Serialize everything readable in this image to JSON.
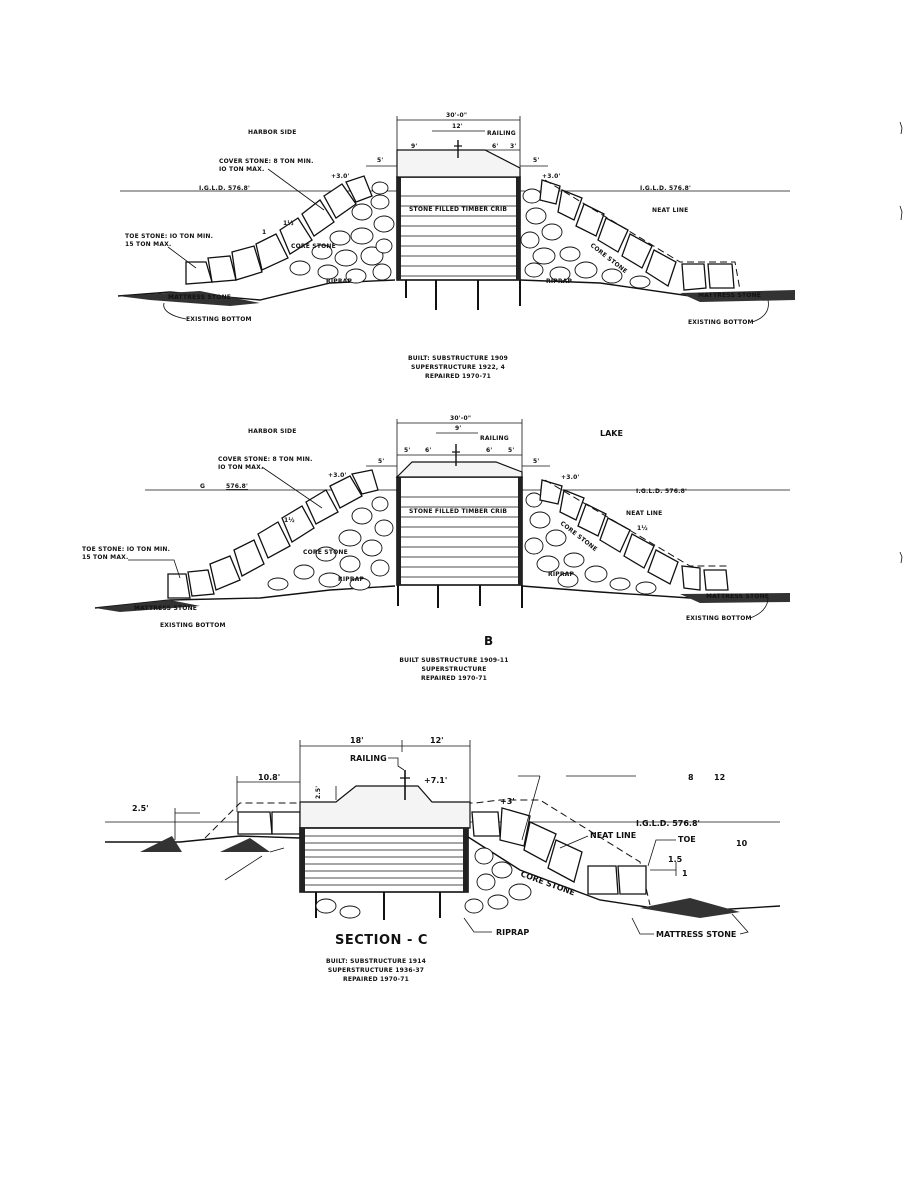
{
  "section_a": {
    "side_label": "HARBOR SIDE",
    "dim_overall": "30'-0\"",
    "dim_inner": "12'",
    "dim_left": "9'",
    "dim_right_a": "6'",
    "dim_right_b": "3'",
    "dim_berm_left": "5'",
    "dim_berm_right": "5'",
    "elev_left": "+3.0'",
    "elev_right": "+3.0'",
    "railing": "RAILING",
    "cover_stone_1": "COVER STONE: 8 TON MIN.",
    "cover_stone_2": "IO TON MAX.",
    "iglд_left": "I.G.L.D. 576.8'",
    "igld_right": "I.G.L.D. 576.8'",
    "slope": "1½",
    "slope_unit": "1",
    "crib": "STONE FILLED TIMBER CRIB",
    "neat_line": "NEAT LINE",
    "toe_stone_1": "TOE STONE: IO TON MIN.",
    "toe_stone_2": "15 TON MAX.",
    "core_stone_left": "CORE STONE",
    "core_stone_right": "CORE STONE",
    "riprap_left": "RIPRAP",
    "riprap_right": "RIPRAP",
    "mattress_left": "MATTRESS STONE",
    "mattress_right": "MATTRESS STONE",
    "bottom_left": "EXISTING BOTTOM",
    "bottom_right": "EXISTING BOTTOM",
    "note_1": "BUILT: SUBSTRUCTURE 1909",
    "note_2": "SUPERSTRUCTURE 1922, 4",
    "note_3": "REPAIRED 1970-71"
  },
  "section_b": {
    "side_label": "HARBOR SIDE",
    "lake_label": "LAKE",
    "dim_overall": "30'-0\"",
    "dim_inner": "9'",
    "dim_a": "5'",
    "dim_b": "6'",
    "dim_c": "6'",
    "dim_d": "5'",
    "dim_berm_left": "5'",
    "dim_berm_right": "5'",
    "elev_left": "+3.0'",
    "elev_right": "+3.0'",
    "railing": "RAILING",
    "cover_stone_1": "COVER STONE: 8 TON MIN.",
    "cover_stone_2": "IO TON MAX.",
    "igld_left_prefix": "G",
    "igld_left_value": "576.8'",
    "igld_right": "I.G.L.D. 576.8'",
    "slope_left": "1½",
    "slope_right": "1½",
    "crib": "STONE FILLED TIMBER CRIB",
    "neat_line": "NEAT LINE",
    "toe_stone_1": "TOE STONE: IO TON MIN.",
    "toe_stone_2": "15 TON MAX.",
    "core_stone_left": "CORE STONE",
    "core_stone_right": "CORE STONE",
    "riprap_left": "RIPRAP",
    "riprap_right": "RIPRAP",
    "mattress_left": "MATTRESS STONE",
    "mattress_right": "MATTRESS STONE",
    "bottom_left": "EXISTING BOTTOM",
    "bottom_right": "EXISTING BOTTOM",
    "letter": "B",
    "note_1": "BUILT SUBSTRUCTURE 1909-11",
    "note_2": "SUPERSTRUCTURE",
    "note_3": "REPAIRED 1970-71"
  },
  "section_c": {
    "dim_a": "18'",
    "dim_b": "12'",
    "railing": "RAILING",
    "elev_top": "+7.1'",
    "dim_rise": "2.5'",
    "dim_left": "10.8'",
    "dim_berm": "2.5'",
    "elev_right": "+3'",
    "cover_range_a": "8",
    "cover_range_b": "12",
    "igld": "I.G.L.D. 576.8'",
    "neat_line": "NEAT LINE",
    "toe": "TOE",
    "toe_value": "10",
    "slope": "1.5",
    "slope_unit": "1",
    "core_stone": "CORE STONE",
    "riprap": "RIPRAP",
    "mattress": "MATTRESS STONE",
    "title": "SECTION - C",
    "note_1": "BUILT: SUBSTRUCTURE 1914",
    "note_2": "SUPERSTRUCTURE 1936-37",
    "note_3": "REPAIRED 1970-71"
  }
}
